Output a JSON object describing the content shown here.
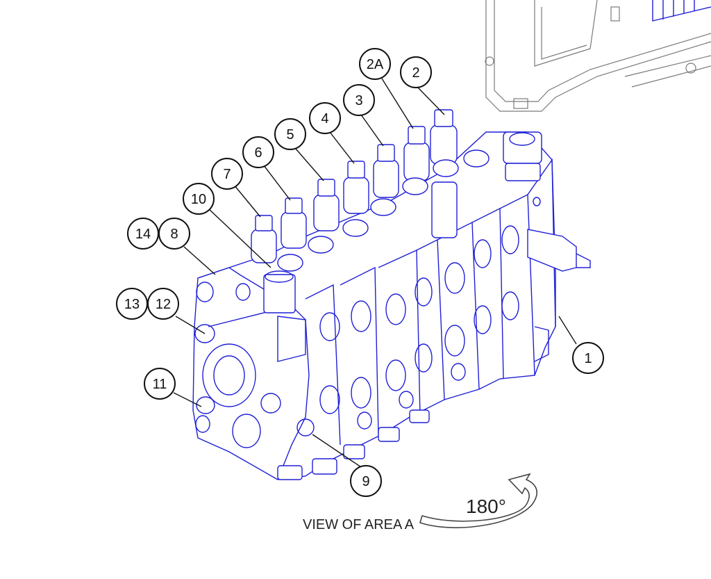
{
  "callouts": {
    "c1": "1",
    "c2": "2",
    "c2a": "2A",
    "c3": "3",
    "c4": "4",
    "c5": "5",
    "c6": "6",
    "c7": "7",
    "c8": "8",
    "c9": "9",
    "c10": "10",
    "c11": "11",
    "c12": "12",
    "c13": "13",
    "c14": "14"
  },
  "caption": "VIEW OF AREA A",
  "rotation_label": "180°",
  "colors": {
    "part_line": "#1f1fd6",
    "frame_line": "#7a7a7a",
    "text": "#111111"
  }
}
